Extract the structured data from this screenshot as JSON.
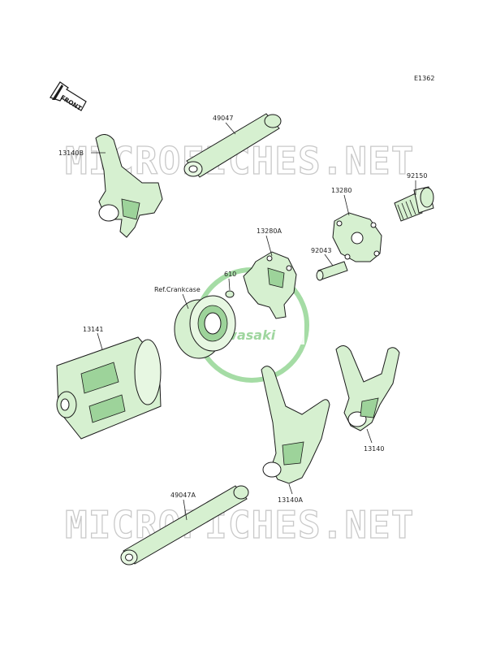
{
  "diagram_code": "E1362",
  "watermark": "MICROFICHES.NET",
  "logo_text": "Kawasaki",
  "front_arrow_label": "FRONT",
  "parts": {
    "p49047": "49047",
    "p13140B": "13140B",
    "p92150": "92150",
    "p13280": "13280",
    "p13280A": "13280A",
    "p92043": "92043",
    "p610": "610",
    "ref_crankcase": "Ref.Crankcase",
    "p13141": "13141",
    "p13140": "13140",
    "p13140A": "13140A",
    "p49047A": "49047A"
  },
  "colors": {
    "part_fill": "#d6f0d0",
    "part_shade": "#9dd39a",
    "logo_green": "#a5dca5",
    "watermark_gray": "#c9c9c9"
  }
}
